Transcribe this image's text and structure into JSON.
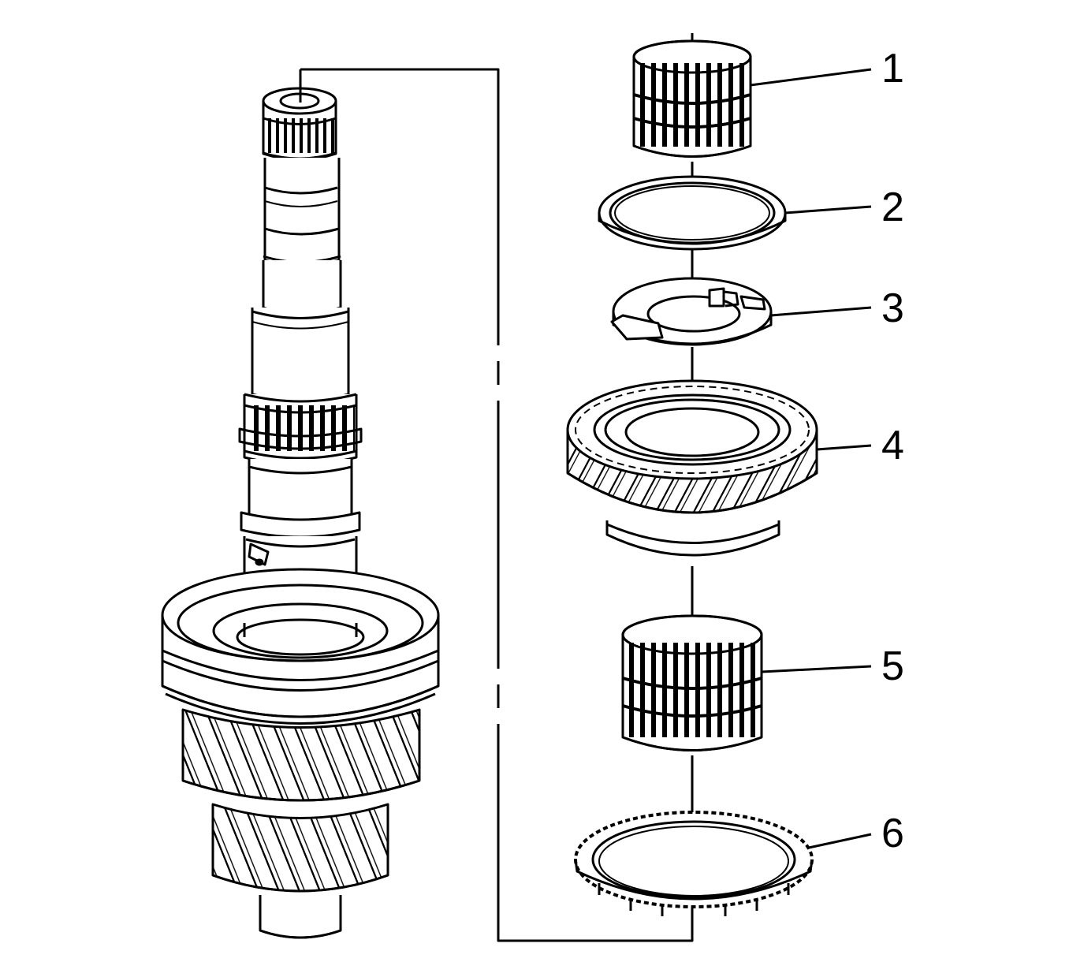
{
  "diagram": {
    "callouts": [
      {
        "id": 1,
        "label": "1"
      },
      {
        "id": 2,
        "label": "2"
      },
      {
        "id": 3,
        "label": "3"
      },
      {
        "id": 4,
        "label": "4"
      },
      {
        "id": 5,
        "label": "5"
      },
      {
        "id": 6,
        "label": "6"
      }
    ],
    "colors": {
      "line": "#000000",
      "fill": "#ffffff"
    }
  }
}
